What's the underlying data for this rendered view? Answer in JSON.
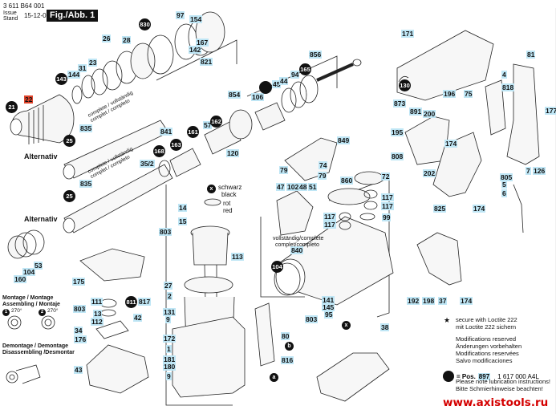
{
  "header": {
    "doc_code": "3 611 B64 001",
    "issue_label_1": "Issue",
    "issue_label_2": "Stand",
    "issue_date": "15-12-02",
    "figure": "Fig./Abb. 1"
  },
  "labels_box": [
    {
      "id": "lb-154",
      "text": "154"
    },
    {
      "id": "lb-97",
      "text": "97"
    },
    {
      "id": "lb-28",
      "text": "28"
    },
    {
      "id": "lb-26",
      "text": "26"
    },
    {
      "id": "lb-23",
      "text": "23"
    },
    {
      "id": "lb-31",
      "text": "31"
    },
    {
      "id": "lb-144",
      "text": "144"
    },
    {
      "id": "lb-167",
      "text": "167"
    },
    {
      "id": "lb-142",
      "text": "142"
    },
    {
      "id": "lb-821",
      "text": "821"
    },
    {
      "id": "lb-835a",
      "text": "835"
    },
    {
      "id": "lb-835b",
      "text": "835"
    },
    {
      "id": "lb-35-2",
      "text": "35/2"
    },
    {
      "id": "lb-841",
      "text": "841"
    },
    {
      "id": "lb-57",
      "text": "57"
    },
    {
      "id": "lb-120",
      "text": "120"
    },
    {
      "id": "lb-854",
      "text": "854"
    },
    {
      "id": "lb-106",
      "text": "106"
    },
    {
      "id": "lb-45",
      "text": "45"
    },
    {
      "id": "lb-44",
      "text": "44"
    },
    {
      "id": "lb-94",
      "text": "94"
    },
    {
      "id": "lb-856",
      "text": "856"
    },
    {
      "id": "lb-849",
      "text": "849"
    },
    {
      "id": "lb-79a",
      "text": "79"
    },
    {
      "id": "lb-74",
      "text": "74"
    },
    {
      "id": "lb-79b",
      "text": "79"
    },
    {
      "id": "lb-860",
      "text": "860"
    },
    {
      "id": "lb-72",
      "text": "72"
    },
    {
      "id": "lb-47",
      "text": "47"
    },
    {
      "id": "lb-102",
      "text": "102"
    },
    {
      "id": "lb-48",
      "text": "48"
    },
    {
      "id": "lb-51",
      "text": "51"
    },
    {
      "id": "lb-117a",
      "text": "117"
    },
    {
      "id": "lb-117b",
      "text": "117"
    },
    {
      "id": "lb-117c",
      "text": "117"
    },
    {
      "id": "lb-117d",
      "text": "117"
    },
    {
      "id": "lb-99",
      "text": "99"
    },
    {
      "id": "lb-840",
      "text": "840"
    },
    {
      "id": "lb-171",
      "text": "171"
    },
    {
      "id": "lb-873",
      "text": "873"
    },
    {
      "id": "lb-196",
      "text": "196"
    },
    {
      "id": "lb-75",
      "text": "75"
    },
    {
      "id": "lb-891",
      "text": "891"
    },
    {
      "id": "lb-200",
      "text": "200"
    },
    {
      "id": "lb-4",
      "text": "4"
    },
    {
      "id": "lb-818",
      "text": "818"
    },
    {
      "id": "lb-81",
      "text": "81"
    },
    {
      "id": "lb-177",
      "text": "177"
    },
    {
      "id": "lb-195",
      "text": "195"
    },
    {
      "id": "lb-174a",
      "text": "174"
    },
    {
      "id": "lb-808",
      "text": "808"
    },
    {
      "id": "lb-202",
      "text": "202"
    },
    {
      "id": "lb-825",
      "text": "825"
    },
    {
      "id": "lb-174b",
      "text": "174"
    },
    {
      "id": "lb-805",
      "text": "805"
    },
    {
      "id": "lb-5",
      "text": "5"
    },
    {
      "id": "lb-7",
      "text": "7"
    },
    {
      "id": "lb-126",
      "text": "126"
    },
    {
      "id": "lb-6",
      "text": "6"
    },
    {
      "id": "lb-14",
      "text": "14"
    },
    {
      "id": "lb-15",
      "text": "15"
    },
    {
      "id": "lb-803a",
      "text": "803"
    },
    {
      "id": "lb-113",
      "text": "113"
    },
    {
      "id": "lb-27",
      "text": "27"
    },
    {
      "id": "lb-2",
      "text": "2"
    },
    {
      "id": "lb-131",
      "text": "131"
    },
    {
      "id": "lb-9a",
      "text": "9"
    },
    {
      "id": "lb-172",
      "text": "172"
    },
    {
      "id": "lb-1",
      "text": "1"
    },
    {
      "id": "lb-181",
      "text": "181"
    },
    {
      "id": "lb-180",
      "text": "180"
    },
    {
      "id": "lb-9b",
      "text": "9"
    },
    {
      "id": "lb-80",
      "text": "80"
    },
    {
      "id": "lb-816",
      "text": "816"
    },
    {
      "id": "lb-160",
      "text": "160"
    },
    {
      "id": "lb-104",
      "text": "104"
    },
    {
      "id": "lb-53",
      "text": "53"
    },
    {
      "id": "lb-175",
      "text": "175"
    },
    {
      "id": "lb-111",
      "text": "111"
    },
    {
      "id": "lb-803b",
      "text": "803"
    },
    {
      "id": "lb-13",
      "text": "13"
    },
    {
      "id": "lb-112",
      "text": "112"
    },
    {
      "id": "lb-817",
      "text": "817"
    },
    {
      "id": "lb-42",
      "text": "42"
    },
    {
      "id": "lb-34",
      "text": "34"
    },
    {
      "id": "lb-176",
      "text": "176"
    },
    {
      "id": "lb-43",
      "text": "43"
    },
    {
      "id": "lb-141",
      "text": "141"
    },
    {
      "id": "lb-145",
      "text": "145"
    },
    {
      "id": "lb-95",
      "text": "95"
    },
    {
      "id": "lb-803c",
      "text": "803"
    },
    {
      "id": "lb-38",
      "text": "38"
    },
    {
      "id": "lb-192",
      "text": "192"
    },
    {
      "id": "lb-198",
      "text": "198"
    },
    {
      "id": "lb-37",
      "text": "37"
    },
    {
      "id": "lb-174c",
      "text": "174"
    }
  ],
  "label_red": "22",
  "labels_circle": [
    {
      "id": "c-830",
      "text": "830"
    },
    {
      "id": "c-143",
      "text": "143"
    },
    {
      "id": "c-21",
      "text": "21"
    },
    {
      "id": "c-25a",
      "text": "25"
    },
    {
      "id": "c-25b",
      "text": "25"
    },
    {
      "id": "c-168",
      "text": "168"
    },
    {
      "id": "c-163",
      "text": "163"
    },
    {
      "id": "c-161",
      "text": "161"
    },
    {
      "id": "c-162",
      "text": "162"
    },
    {
      "id": "c-165",
      "text": "165"
    },
    {
      "id": "c-130",
      "text": "130"
    },
    {
      "id": "c-104",
      "text": "104"
    },
    {
      "id": "c-811",
      "text": "811"
    }
  ],
  "text": {
    "alternativ_1": "Alternativ",
    "alternativ_2": "Alternativ",
    "complete_1": "complete / vollständig",
    "complete_1b": "complet / completo",
    "complete_2": "complete / vollständig",
    "complete_2b": "complet / completo",
    "schwarz": "schwarz",
    "black": "black",
    "rot": "rot",
    "red": "red",
    "x_mark": "x",
    "a_mark": "a",
    "b_mark": "b",
    "complete_840_1": "vollständig/complete",
    "complete_840_2": "complet/completo",
    "montage_1": "Montage / Montage",
    "montage_2": "Assembling / Montaje",
    "step_1": "1",
    "step_2": "2",
    "deg_1": "270°",
    "deg_2": "270°",
    "demontage_1": "Demontage / Demontage",
    "demontage_2": "Disassembling /Desmontar"
  },
  "notes": {
    "star": "★",
    "loctite_1": "secure with Loctite 222",
    "loctite_2": "mit Loctite 222 sichern",
    "mod_1": "Modifications reserved",
    "mod_2": "Änderungen vorbehalten",
    "mod_3": "Modifications reservées",
    "mod_4": "Salvo modificaciones",
    "pos_eq": "= Pos.",
    "pos_num": "897",
    "pos_code": "1 617 000 A4L",
    "lub_1": "Please note lubrication instructions!",
    "lub_2": "Bitte Schmierhinweise beachten!",
    "url": "www.axistools.ru"
  }
}
